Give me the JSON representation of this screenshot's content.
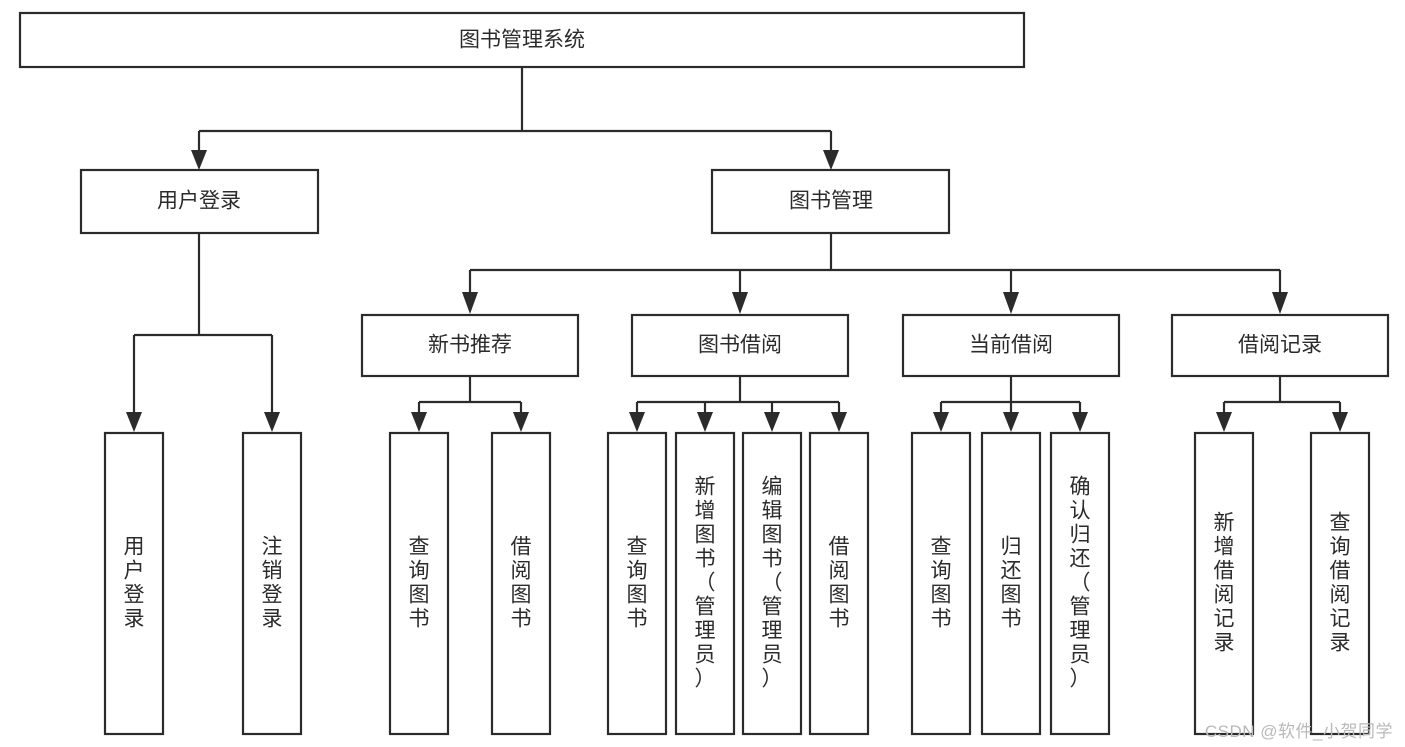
{
  "diagram": {
    "type": "hierarchy-tree",
    "title": "图书管理系统",
    "orientation": "top-down",
    "colors": {
      "box_fill": "#ffffff",
      "box_stroke": "#2b2b2b",
      "connector": "#2b2b2b",
      "text": "#2b2b2b",
      "background": "#ffffff",
      "watermark": "#b9b9b9"
    },
    "levels": {
      "root": {
        "label": "图书管理系统"
      },
      "level2": [
        {
          "label": "用户登录"
        },
        {
          "label": "图书管理"
        }
      ],
      "level3": [
        {
          "label": "新书推荐"
        },
        {
          "label": "图书借阅"
        },
        {
          "label": "当前借阅"
        },
        {
          "label": "借阅记录"
        }
      ],
      "leaves": {
        "user_login": [
          {
            "label": "用户登录"
          },
          {
            "label": "注销登录"
          }
        ],
        "new_book_recommend": [
          {
            "label": "查询图书"
          },
          {
            "label": "借阅图书"
          }
        ],
        "book_borrow": [
          {
            "label": "查询图书"
          },
          {
            "label": "新增图书（管理员）"
          },
          {
            "label": "编辑图书（管理员）"
          },
          {
            "label": "借阅图书"
          }
        ],
        "current_borrow": [
          {
            "label": "查询图书"
          },
          {
            "label": "归还图书"
          },
          {
            "label": "确认归还（管理员）"
          }
        ],
        "borrow_record": [
          {
            "label": "新增借阅记录"
          },
          {
            "label": "查询借阅记录"
          }
        ]
      }
    }
  },
  "watermark": {
    "text": "CSDN @软件_小贺同学"
  }
}
